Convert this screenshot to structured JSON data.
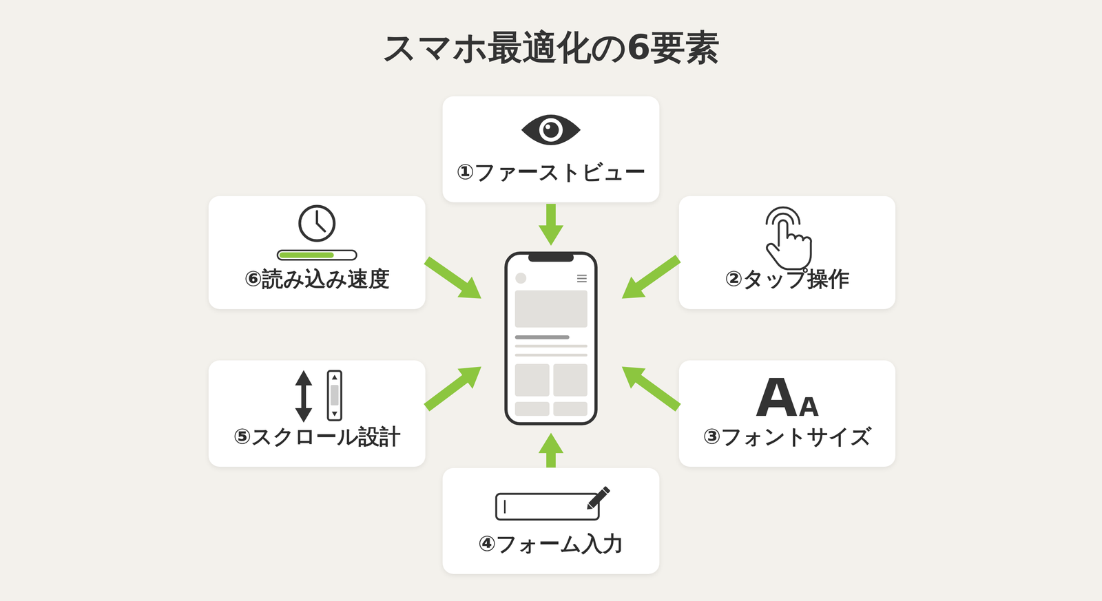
{
  "diagram": {
    "title": "スマホ最適化の6要素",
    "nodes": [
      {
        "text": [
          "①ファーストビュー"
        ]
      },
      {
        "text": [
          "②タップ操作"
        ]
      },
      {
        "text": [
          "③フォントサイズ"
        ]
      },
      {
        "text": [
          "④フォーム入力"
        ]
      },
      {
        "text": [
          "⑤スクロール設計"
        ]
      },
      {
        "text": [
          "⑥読み込み速度"
        ]
      }
    ]
  }
}
